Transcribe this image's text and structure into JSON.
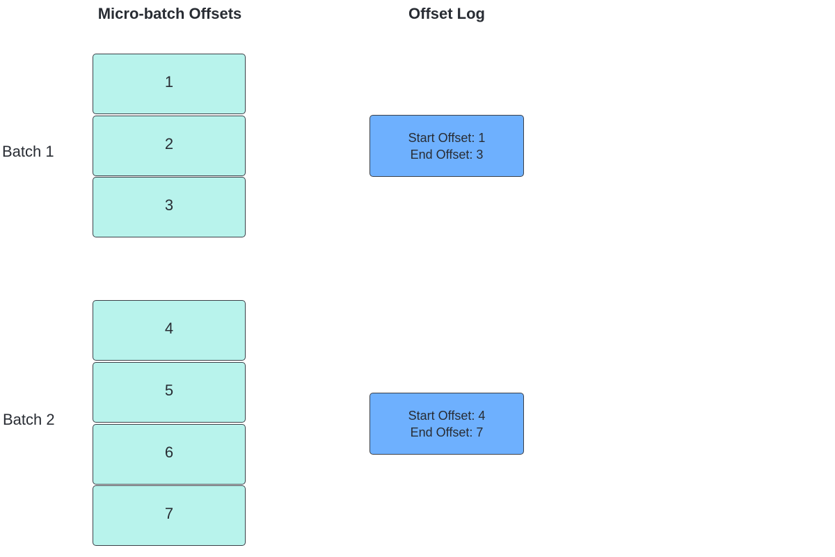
{
  "headings": {
    "left": "Micro-batch Offsets",
    "right": "Offset Log"
  },
  "batches": [
    {
      "label": "Batch 1",
      "offsets": [
        "1",
        "2",
        "3"
      ],
      "log": {
        "start": "Start Offset: 1",
        "end": "End Offset: 3"
      }
    },
    {
      "label": "Batch 2",
      "offsets": [
        "4",
        "5",
        "6",
        "7"
      ],
      "log": {
        "start": "Start Offset: 4",
        "end": "End Offset: 7"
      }
    }
  ],
  "colors": {
    "offset_fill": "#b8f3ec",
    "log_fill": "#6eb0fe",
    "border": "#3a3f47",
    "text": "#282c33"
  }
}
